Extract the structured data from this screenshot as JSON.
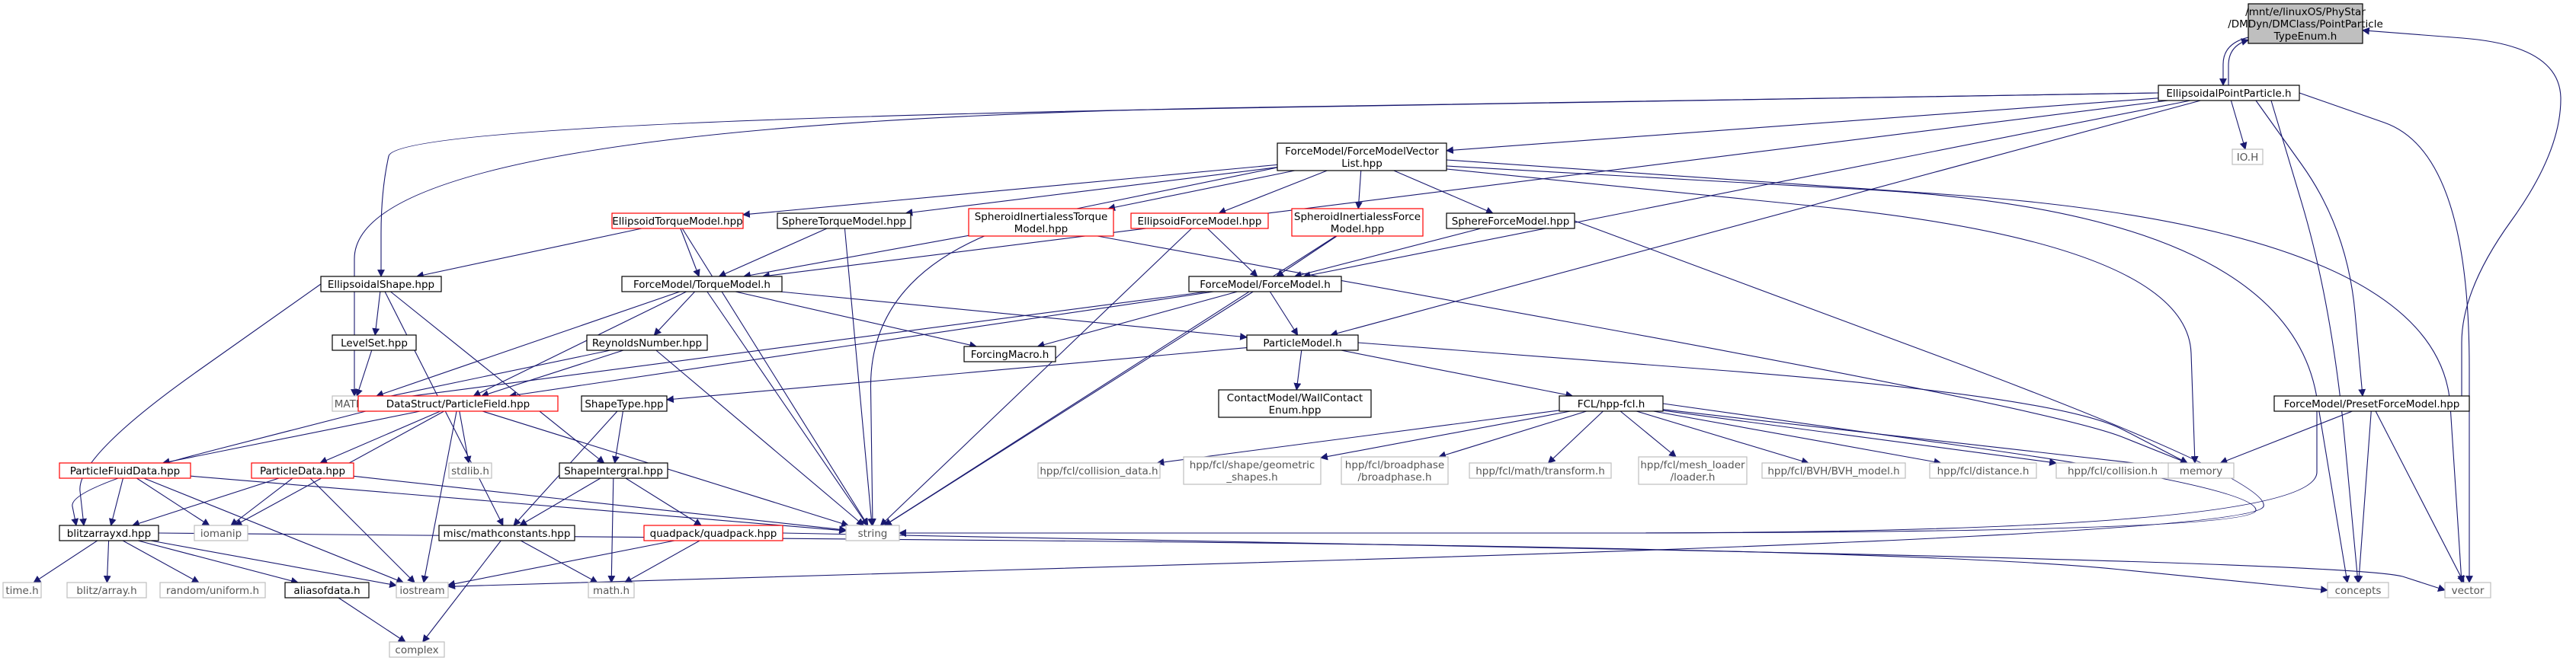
{
  "title": "",
  "style": {
    "edge_color": "#191970",
    "root_fill": "#bfbfbf",
    "node_border_default": "#000000",
    "node_border_truncated": "#ff0000",
    "node_border_external": "#bfbfbf"
  },
  "nodes": [
    {
      "id": "root",
      "label": [
        "/mnt/e/linuxOS/PhyStar",
        "/DMDyn/DMClass/PointParticle",
        "TypeEnum.h"
      ],
      "kind": "root"
    },
    {
      "id": "epp",
      "label": [
        "EllipsoidalPointParticle.h"
      ],
      "kind": "normal"
    },
    {
      "id": "fmvl",
      "label": [
        "ForceModel/ForceModelVector",
        "List.hpp"
      ],
      "kind": "normal"
    },
    {
      "id": "ioh",
      "label": [
        "IO.H"
      ],
      "kind": "external"
    },
    {
      "id": "etm",
      "label": [
        "EllipsoidTorqueModel.hpp"
      ],
      "kind": "truncated"
    },
    {
      "id": "stm",
      "label": [
        "SphereTorqueModel.hpp"
      ],
      "kind": "normal"
    },
    {
      "id": "sitm",
      "label": [
        "SpheroidInertialessTorque",
        "Model.hpp"
      ],
      "kind": "truncated"
    },
    {
      "id": "efm",
      "label": [
        "EllipsoidForceModel.hpp"
      ],
      "kind": "truncated"
    },
    {
      "id": "sifm",
      "label": [
        "SpheroidInertialessForce",
        "Model.hpp"
      ],
      "kind": "truncated"
    },
    {
      "id": "sfm",
      "label": [
        "SphereForceModel.hpp"
      ],
      "kind": "normal"
    },
    {
      "id": "es",
      "label": [
        "EllipsoidalShape.hpp"
      ],
      "kind": "normal"
    },
    {
      "id": "tm",
      "label": [
        "ForceModel/TorqueModel.h"
      ],
      "kind": "normal"
    },
    {
      "id": "fm",
      "label": [
        "ForceModel/ForceModel.h"
      ],
      "kind": "normal"
    },
    {
      "id": "ls",
      "label": [
        "LevelSet.hpp"
      ],
      "kind": "normal"
    },
    {
      "id": "rn",
      "label": [
        "ReynoldsNumber.hpp"
      ],
      "kind": "normal"
    },
    {
      "id": "fmac",
      "label": [
        "ForcingMacro.h"
      ],
      "kind": "normal"
    },
    {
      "id": "pm",
      "label": [
        "ParticleModel.h"
      ],
      "kind": "normal"
    },
    {
      "id": "mathH",
      "label": [
        "MATH.H"
      ],
      "kind": "external"
    },
    {
      "id": "dspf",
      "label": [
        "DataStruct/ParticleField.hpp"
      ],
      "kind": "truncated"
    },
    {
      "id": "cmwc",
      "label": [
        "ContactModel/WallContact",
        "Enum.hpp"
      ],
      "kind": "normal"
    },
    {
      "id": "st",
      "label": [
        "ShapeType.hpp"
      ],
      "kind": "normal"
    },
    {
      "id": "fcl",
      "label": [
        "FCL/hpp-fcl.h"
      ],
      "kind": "normal"
    },
    {
      "id": "pfpm",
      "label": [
        "ForceModel/PresetForceModel.hpp"
      ],
      "kind": "normal"
    },
    {
      "id": "pfd",
      "label": [
        "ParticleFluidData.hpp"
      ],
      "kind": "truncated"
    },
    {
      "id": "pd",
      "label": [
        "ParticleData.hpp"
      ],
      "kind": "truncated"
    },
    {
      "id": "stdlib",
      "label": [
        "stdlib.h"
      ],
      "kind": "external"
    },
    {
      "id": "si",
      "label": [
        "ShapeIntergral.hpp"
      ],
      "kind": "normal"
    },
    {
      "id": "cd",
      "label": [
        "hpp/fcl/collision_data.h"
      ],
      "kind": "external"
    },
    {
      "id": "gs",
      "label": [
        "hpp/fcl/shape/geometric",
        "_shapes.h"
      ],
      "kind": "external"
    },
    {
      "id": "bp",
      "label": [
        "hpp/fcl/broadphase",
        "/broadphase.h"
      ],
      "kind": "external"
    },
    {
      "id": "mt",
      "label": [
        "hpp/fcl/math/transform.h"
      ],
      "kind": "external"
    },
    {
      "id": "ml",
      "label": [
        "hpp/fcl/mesh_loader",
        "/loader.h"
      ],
      "kind": "external"
    },
    {
      "id": "bvh",
      "label": [
        "hpp/fcl/BVH/BVH_model.h"
      ],
      "kind": "external"
    },
    {
      "id": "dist",
      "label": [
        "hpp/fcl/distance.h"
      ],
      "kind": "external"
    },
    {
      "id": "coll",
      "label": [
        "hpp/fcl/collision.h"
      ],
      "kind": "external"
    },
    {
      "id": "memory",
      "label": [
        "memory"
      ],
      "kind": "external"
    },
    {
      "id": "blitz",
      "label": [
        "blitzarrayxd.hpp"
      ],
      "kind": "normal"
    },
    {
      "id": "iomanip",
      "label": [
        "iomanip"
      ],
      "kind": "external"
    },
    {
      "id": "string",
      "label": [
        "string"
      ],
      "kind": "external"
    },
    {
      "id": "mc",
      "label": [
        "misc/mathconstants.hpp"
      ],
      "kind": "normal"
    },
    {
      "id": "qp",
      "label": [
        "quadpack/quadpack.hpp"
      ],
      "kind": "truncated"
    },
    {
      "id": "timeh",
      "label": [
        "time.h"
      ],
      "kind": "external"
    },
    {
      "id": "blitzarr",
      "label": [
        "blitz/array.h"
      ],
      "kind": "external"
    },
    {
      "id": "ru",
      "label": [
        "random/uniform.h"
      ],
      "kind": "external"
    },
    {
      "id": "aod",
      "label": [
        "aliasofdata.h"
      ],
      "kind": "normal"
    },
    {
      "id": "iostream",
      "label": [
        "iostream"
      ],
      "kind": "external"
    },
    {
      "id": "mathh",
      "label": [
        "math.h"
      ],
      "kind": "external"
    },
    {
      "id": "concepts",
      "label": [
        "concepts"
      ],
      "kind": "external"
    },
    {
      "id": "vector",
      "label": [
        "vector"
      ],
      "kind": "external"
    },
    {
      "id": "complex",
      "label": [
        "complex"
      ],
      "kind": "external"
    }
  ],
  "edges": [
    [
      "root",
      "epp"
    ],
    [
      "epp",
      "root"
    ],
    [
      "pfpm",
      "root"
    ],
    [
      "epp",
      "fmvl"
    ],
    [
      "epp",
      "ioh"
    ],
    [
      "epp",
      "es"
    ],
    [
      "epp",
      "mathH"
    ],
    [
      "epp",
      "tm"
    ],
    [
      "epp",
      "fm"
    ],
    [
      "epp",
      "pm"
    ],
    [
      "epp",
      "pfpm"
    ],
    [
      "epp",
      "concepts"
    ],
    [
      "epp",
      "vector"
    ],
    [
      "fmvl",
      "etm"
    ],
    [
      "fmvl",
      "stm"
    ],
    [
      "fmvl",
      "sitm"
    ],
    [
      "fmvl",
      "efm"
    ],
    [
      "fmvl",
      "sifm"
    ],
    [
      "fmvl",
      "sfm"
    ],
    [
      "fmvl",
      "string"
    ],
    [
      "fmvl",
      "memory"
    ],
    [
      "fmvl",
      "concepts"
    ],
    [
      "fmvl",
      "vector"
    ],
    [
      "etm",
      "es"
    ],
    [
      "etm",
      "tm"
    ],
    [
      "etm",
      "string"
    ],
    [
      "stm",
      "tm"
    ],
    [
      "stm",
      "string"
    ],
    [
      "sitm",
      "tm"
    ],
    [
      "sitm",
      "memory"
    ],
    [
      "efm",
      "fm"
    ],
    [
      "efm",
      "string"
    ],
    [
      "sifm",
      "fm"
    ],
    [
      "sifm",
      "string"
    ],
    [
      "sfm",
      "fm"
    ],
    [
      "sfm",
      "iostream"
    ],
    [
      "es",
      "ls"
    ],
    [
      "es",
      "mc"
    ],
    [
      "es",
      "si"
    ],
    [
      "es",
      "blitz"
    ],
    [
      "tm",
      "mathH"
    ],
    [
      "tm",
      "dspf"
    ],
    [
      "tm",
      "rn"
    ],
    [
      "tm",
      "fmac"
    ],
    [
      "tm",
      "pm"
    ],
    [
      "tm",
      "string"
    ],
    [
      "fm",
      "fmac"
    ],
    [
      "fm",
      "pm"
    ],
    [
      "fm",
      "string"
    ],
    [
      "fm",
      "dspf"
    ],
    [
      "fm",
      "mathH"
    ],
    [
      "ls",
      "mathH"
    ],
    [
      "rn",
      "mathH"
    ],
    [
      "rn",
      "dspf"
    ],
    [
      "rn",
      "string"
    ],
    [
      "pm",
      "cmwc"
    ],
    [
      "pm",
      "st"
    ],
    [
      "pm",
      "fcl"
    ],
    [
      "pm",
      "memory"
    ],
    [
      "dspf",
      "pfd"
    ],
    [
      "dspf",
      "pd"
    ],
    [
      "dspf",
      "stdlib"
    ],
    [
      "dspf",
      "iostream"
    ],
    [
      "dspf",
      "blitz"
    ],
    [
      "dspf",
      "iomanip"
    ],
    [
      "dspf",
      "string"
    ],
    [
      "st",
      "si"
    ],
    [
      "st",
      "mc"
    ],
    [
      "fcl",
      "cd"
    ],
    [
      "fcl",
      "gs"
    ],
    [
      "fcl",
      "bp"
    ],
    [
      "fcl",
      "mt"
    ],
    [
      "fcl",
      "ml"
    ],
    [
      "fcl",
      "bvh"
    ],
    [
      "fcl",
      "dist"
    ],
    [
      "fcl",
      "coll"
    ],
    [
      "fcl",
      "memory"
    ],
    [
      "fcl",
      "string"
    ],
    [
      "pfpm",
      "memory"
    ],
    [
      "pfpm",
      "concepts"
    ],
    [
      "pfpm",
      "vector"
    ],
    [
      "pfpm",
      "string"
    ],
    [
      "pfd",
      "blitz"
    ],
    [
      "pfd",
      "iomanip"
    ],
    [
      "pfd",
      "iostream"
    ],
    [
      "pfd",
      "string"
    ],
    [
      "pd",
      "blitz"
    ],
    [
      "pd",
      "iomanip"
    ],
    [
      "pd",
      "iostream"
    ],
    [
      "pd",
      "string"
    ],
    [
      "si",
      "mc"
    ],
    [
      "si",
      "qp"
    ],
    [
      "si",
      "mathh"
    ],
    [
      "blitz",
      "timeh"
    ],
    [
      "blitz",
      "blitzarr"
    ],
    [
      "blitz",
      "ru"
    ],
    [
      "blitz",
      "aod"
    ],
    [
      "blitz",
      "iostream"
    ],
    [
      "blitz",
      "concepts"
    ],
    [
      "qp",
      "iostream"
    ],
    [
      "qp",
      "mathh"
    ],
    [
      "qp",
      "vector"
    ],
    [
      "mc",
      "mathh"
    ],
    [
      "mc",
      "complex"
    ],
    [
      "aod",
      "complex"
    ]
  ]
}
